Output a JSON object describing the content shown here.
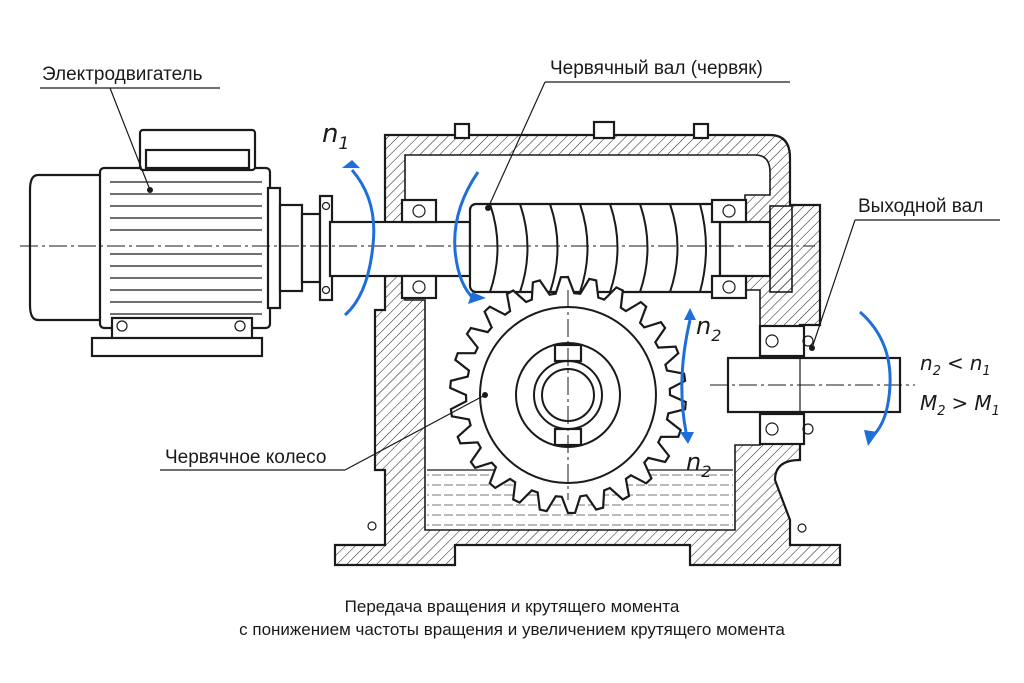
{
  "labels": {
    "motor": "Электродвигатель",
    "worm_shaft": "Червячный вал (червяк)",
    "output_shaft": "Выходной вал",
    "worm_wheel": "Червячное колесо"
  },
  "symbols": {
    "n1": {
      "base": "n",
      "sub": "1"
    },
    "n2_top": {
      "base": "n",
      "sub": "2"
    },
    "n2_bottom": {
      "base": "n",
      "sub": "2"
    }
  },
  "relations": {
    "speed": {
      "a": "n",
      "a_sub": "2",
      "op": "<",
      "b": "n",
      "b_sub": "1"
    },
    "torque": {
      "a": "M",
      "a_sub": "2",
      "op": ">",
      "b": "M",
      "b_sub": "1"
    }
  },
  "caption": {
    "line1": "Передача вращения и крутящего момента",
    "line2": "с понижением частоты вращения и увеличением крутящего момента"
  },
  "colors": {
    "arrow": "#1e6fd9",
    "line": "#1a1a1a",
    "background": "#ffffff"
  }
}
